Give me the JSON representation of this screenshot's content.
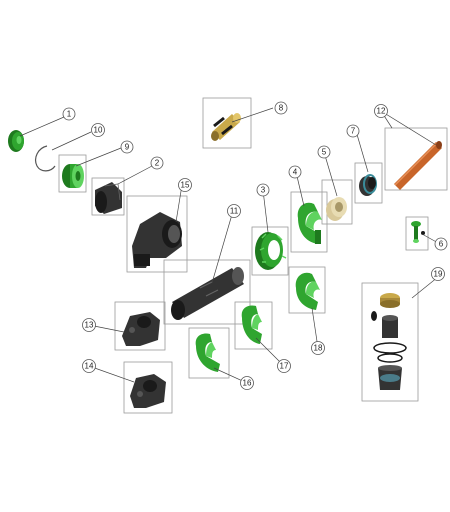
{
  "diagram": {
    "callouts": [
      {
        "id": "1",
        "label": "1"
      },
      {
        "id": "2",
        "label": "2"
      },
      {
        "id": "3",
        "label": "3"
      },
      {
        "id": "4",
        "label": "4"
      },
      {
        "id": "5",
        "label": "5"
      },
      {
        "id": "6",
        "label": "6"
      },
      {
        "id": "7",
        "label": "7"
      },
      {
        "id": "8",
        "label": "8"
      },
      {
        "id": "9",
        "label": "9"
      },
      {
        "id": "10",
        "label": "10"
      },
      {
        "id": "11",
        "label": "11"
      },
      {
        "id": "12",
        "label": "12"
      },
      {
        "id": "13",
        "label": "13"
      },
      {
        "id": "14",
        "label": "14"
      },
      {
        "id": "15",
        "label": "15"
      },
      {
        "id": "16",
        "label": "16"
      },
      {
        "id": "17",
        "label": "17"
      },
      {
        "id": "18",
        "label": "18"
      },
      {
        "id": "19",
        "label": "19"
      }
    ],
    "colors": {
      "part_green": "#2fa52f",
      "part_black": "#1a1a1a",
      "part_copper": "#c8652a",
      "part_brass": "#c9a94a",
      "frame_gray": "#9a9a9a"
    }
  }
}
